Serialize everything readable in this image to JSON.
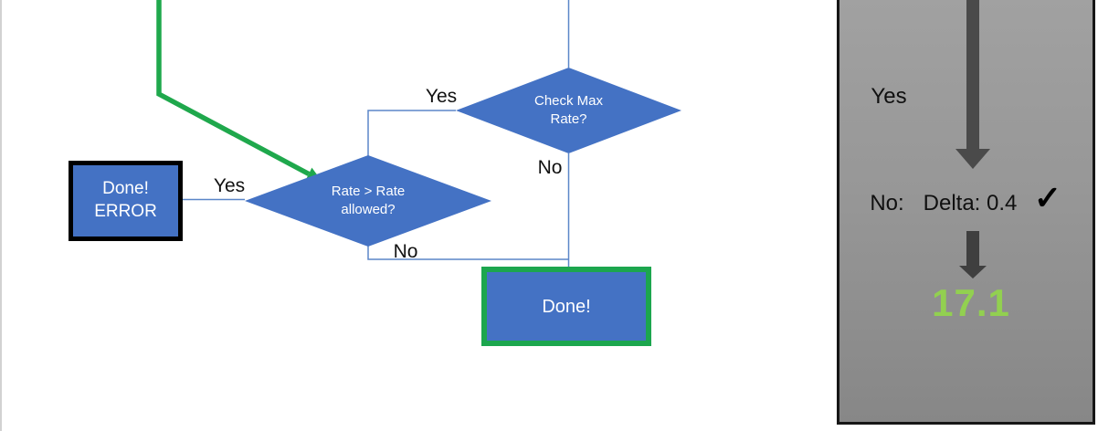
{
  "flowchart": {
    "decision_check_max": {
      "line1": "Check Max",
      "line2": "Rate?",
      "yes_label": "Yes",
      "no_label": "No"
    },
    "decision_rate_allowed": {
      "line1": "Rate > Rate",
      "line2": "allowed?",
      "yes_label": "Yes",
      "no_label": "No"
    },
    "done_error_node": {
      "line1": "Done!",
      "line2": "ERROR"
    },
    "done_node": {
      "label": "Done!"
    }
  },
  "panel": {
    "yes_label": "Yes",
    "no_label": "No:",
    "delta_value": "Delta: 0.4",
    "checkmark_icon": "✓",
    "result_value": "17.1"
  },
  "colors": {
    "node_fill_blue": "#4472C4",
    "connector_blue": "#5B86C8",
    "highlight_green": "#1FA84C",
    "done_border_green": "#1CA64E",
    "result_green": "#92D050",
    "arrow_gray": "#4A4A4A",
    "arrow_dark_gray": "#3F3F3F",
    "panel_gray_top": "#A1A1A1",
    "panel_gray_bottom": "#878787",
    "node_border_black": "#000000"
  }
}
